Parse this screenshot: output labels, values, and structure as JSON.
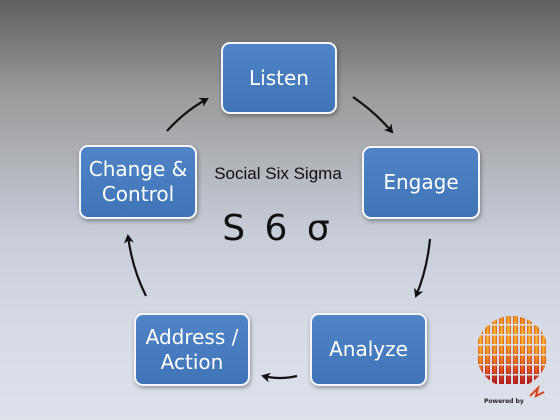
{
  "diagram": {
    "center_title": "Social Six Sigma",
    "center_symbol": "S 6 σ",
    "nodes": {
      "listen": "Listen",
      "engage": "Engage",
      "analyze": "Analyze",
      "address": "Address /\nAction",
      "change": "Change &\nControl"
    }
  },
  "logo": {
    "caption": "Powered by",
    "colors": [
      "#f3b323",
      "#ed7a1c",
      "#d8471c",
      "#b81f1f"
    ]
  },
  "colors": {
    "node_fill": "#4a80c2",
    "node_border": "#f4f6fa",
    "arrow": "#111111"
  }
}
